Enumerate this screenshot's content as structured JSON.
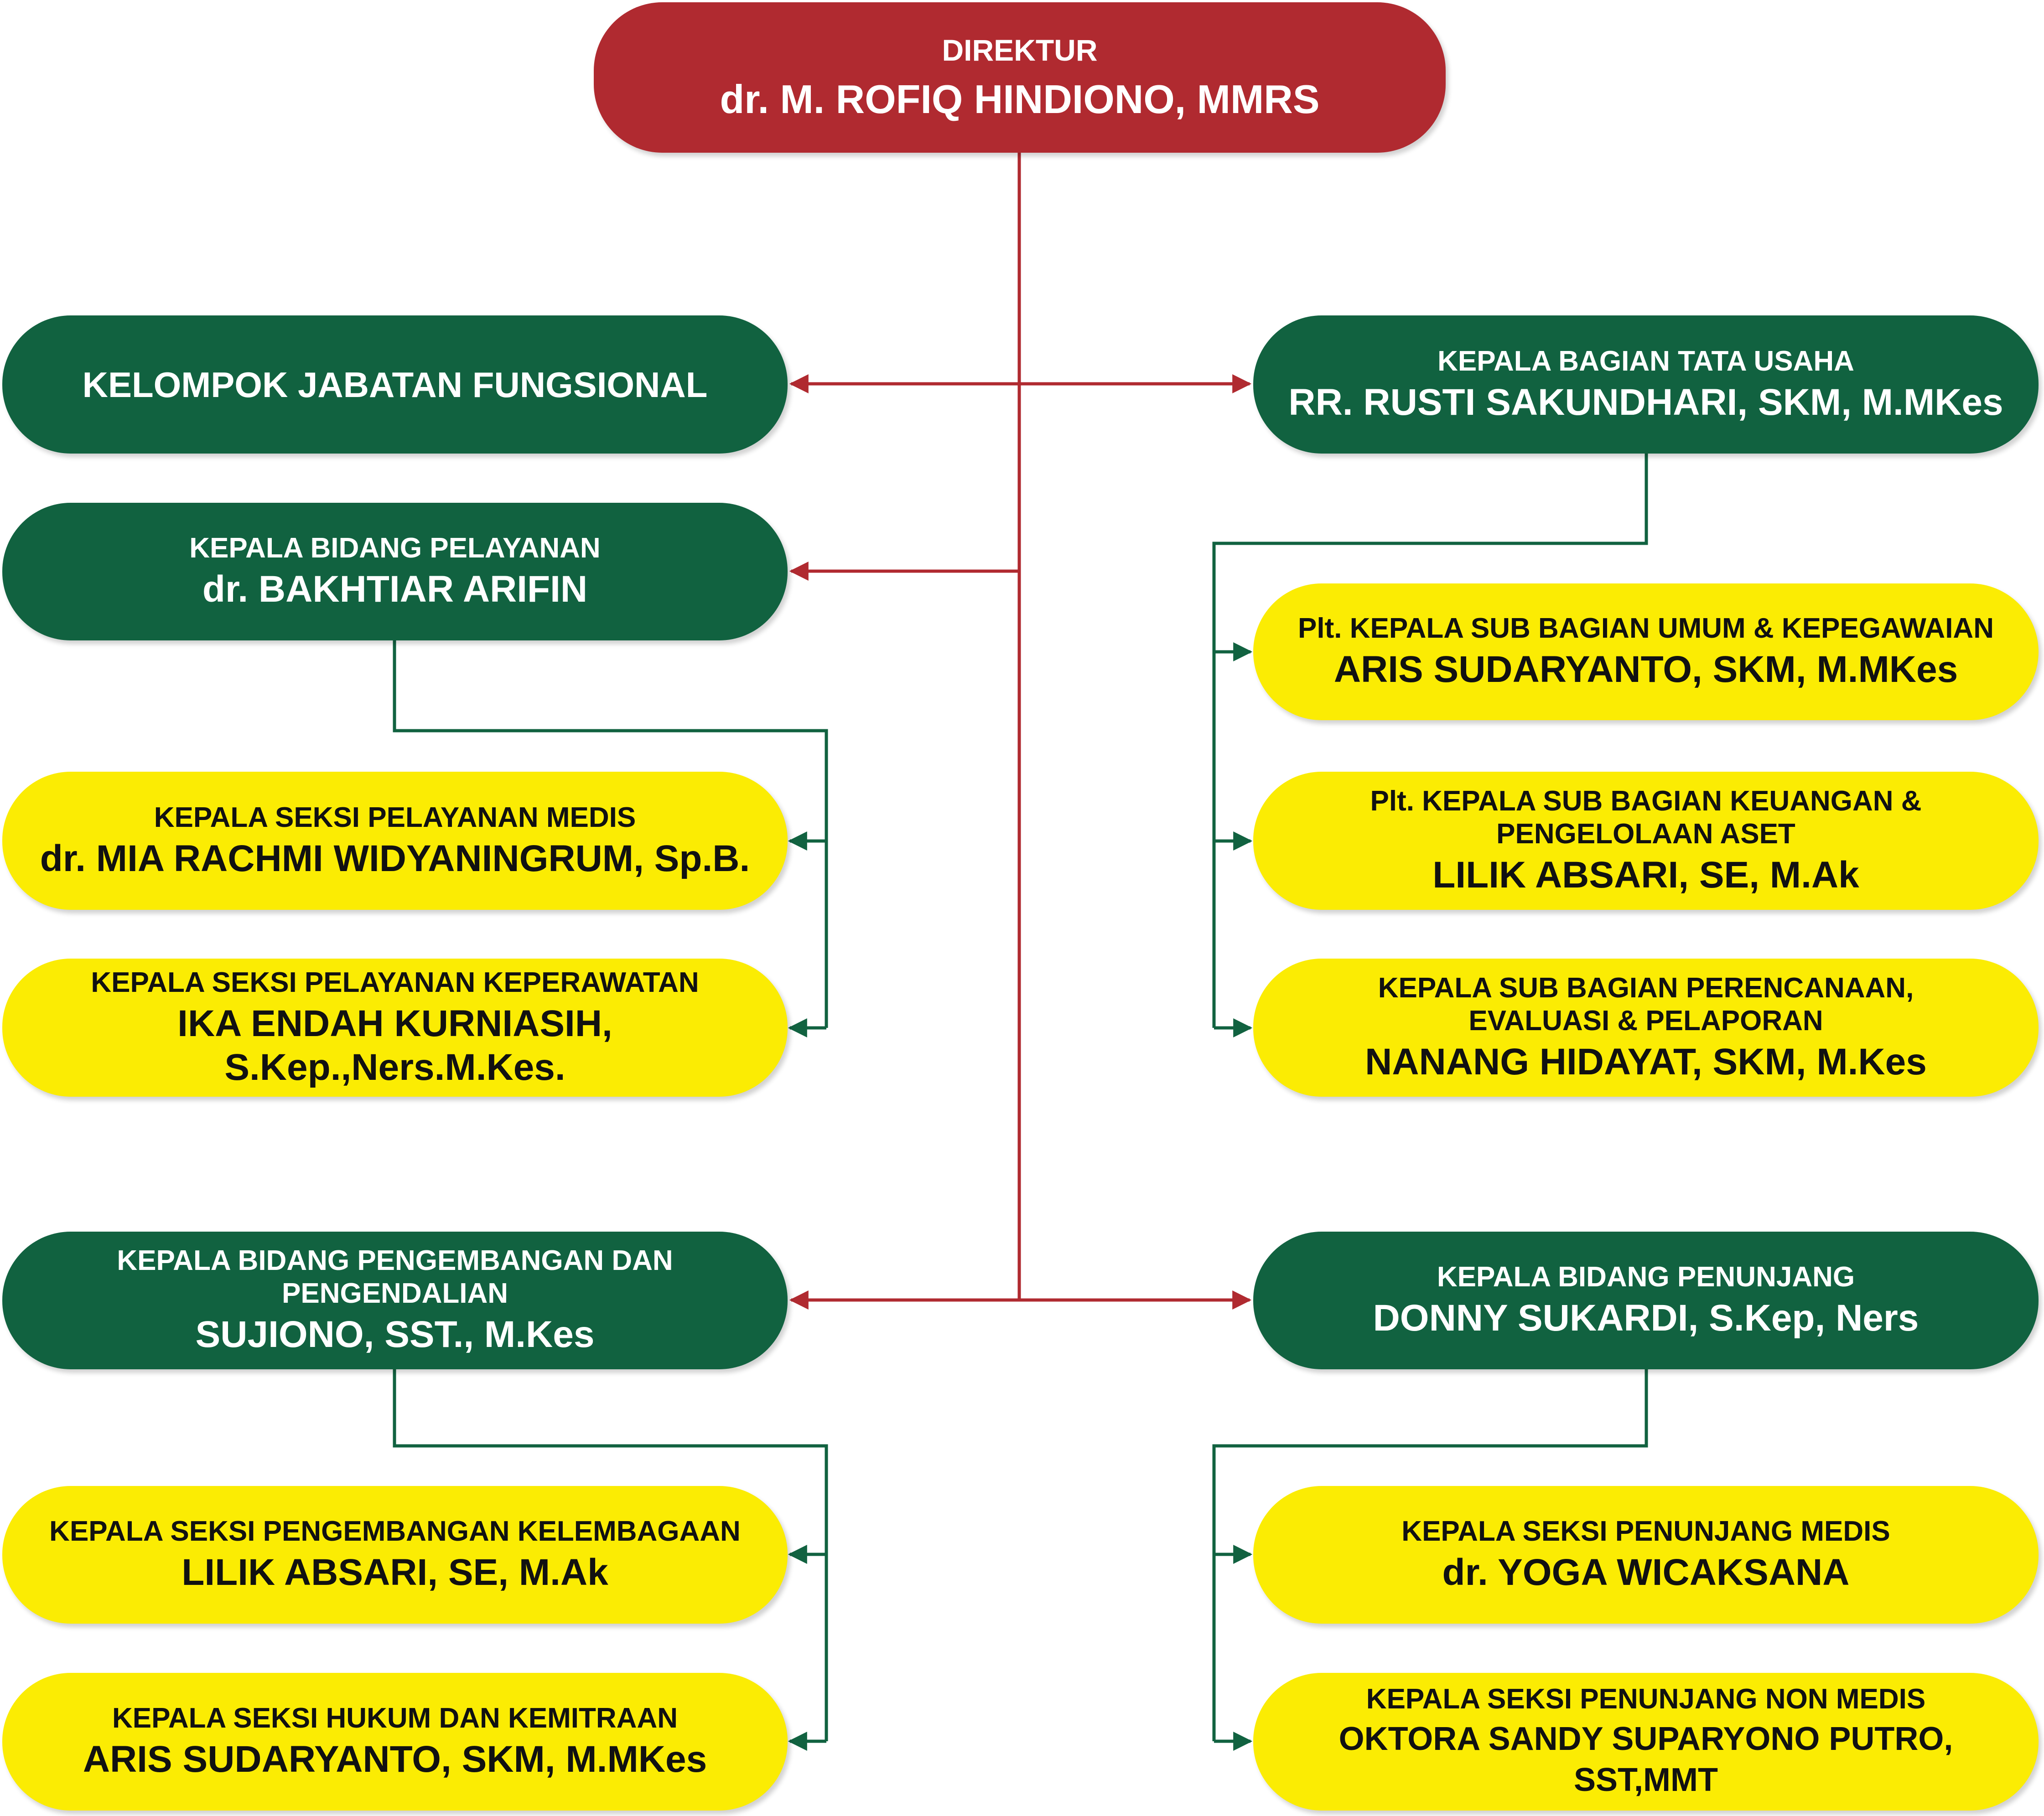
{
  "direktur": {
    "title": "DIREKTUR",
    "name": "dr. M. ROFIQ HINDIONO, MMRS"
  },
  "fungsional": {
    "label": "KELOMPOK JABATAN FUNGSIONAL"
  },
  "tata_usaha": {
    "title": "KEPALA BAGIAN TATA USAHA",
    "name": "RR. RUSTI SAKUNDHARI, SKM, M.MKes"
  },
  "pelayanan": {
    "title": "KEPALA BIDANG PELAYANAN",
    "name": "dr. BAKHTIAR ARIFIN"
  },
  "medis": {
    "title": "KEPALA SEKSI PELAYANAN MEDIS",
    "name": "dr. MIA RACHMI WIDYANINGRUM, Sp.B."
  },
  "keperawatan": {
    "title": "KEPALA SEKSI PELAYANAN KEPERAWATAN",
    "name": "IKA ENDAH KURNIASIH, S.Kep.,Ners.M.Kes."
  },
  "umum": {
    "title": "Plt. KEPALA SUB BAGIAN UMUM & KEPEGAWAIAN",
    "name": "ARIS SUDARYANTO, SKM, M.MKes"
  },
  "keuangan": {
    "title": "Plt. KEPALA SUB BAGIAN KEUANGAN & PENGELOLAAN ASET",
    "name": "LILIK ABSARI, SE, M.Ak"
  },
  "perencanaan": {
    "title": "KEPALA SUB BAGIAN PERENCANAAN, EVALUASI & PELAPORAN",
    "name": "NANANG HIDAYAT, SKM, M.Kes"
  },
  "pengembangan": {
    "title": "KEPALA BIDANG PENGEMBANGAN DAN PENGENDALIAN",
    "name": "SUJIONO, SST., M.Kes"
  },
  "penunjang": {
    "title": "KEPALA BIDANG PENUNJANG",
    "name": "DONNY SUKARDI, S.Kep, Ners"
  },
  "kelembagaan": {
    "title": "KEPALA SEKSI PENGEMBANGAN KELEMBAGAAN",
    "name": "LILIK ABSARI, SE, M.Ak"
  },
  "hukum": {
    "title": "KEPALA SEKSI HUKUM DAN KEMITRAAN",
    "name": "ARIS SUDARYANTO, SKM, M.MKes"
  },
  "penunjang_medis": {
    "title": "KEPALA SEKSI PENUNJANG MEDIS",
    "name": "dr. YOGA WICAKSANA"
  },
  "penunjang_non_medis": {
    "title": "KEPALA SEKSI PENUNJANG NON MEDIS",
    "name": "OKTORA SANDY SUPARYONO PUTRO, SST,MMT"
  },
  "colors": {
    "red": "#b02a30",
    "green": "#116240",
    "yellow": "#fbec03"
  }
}
